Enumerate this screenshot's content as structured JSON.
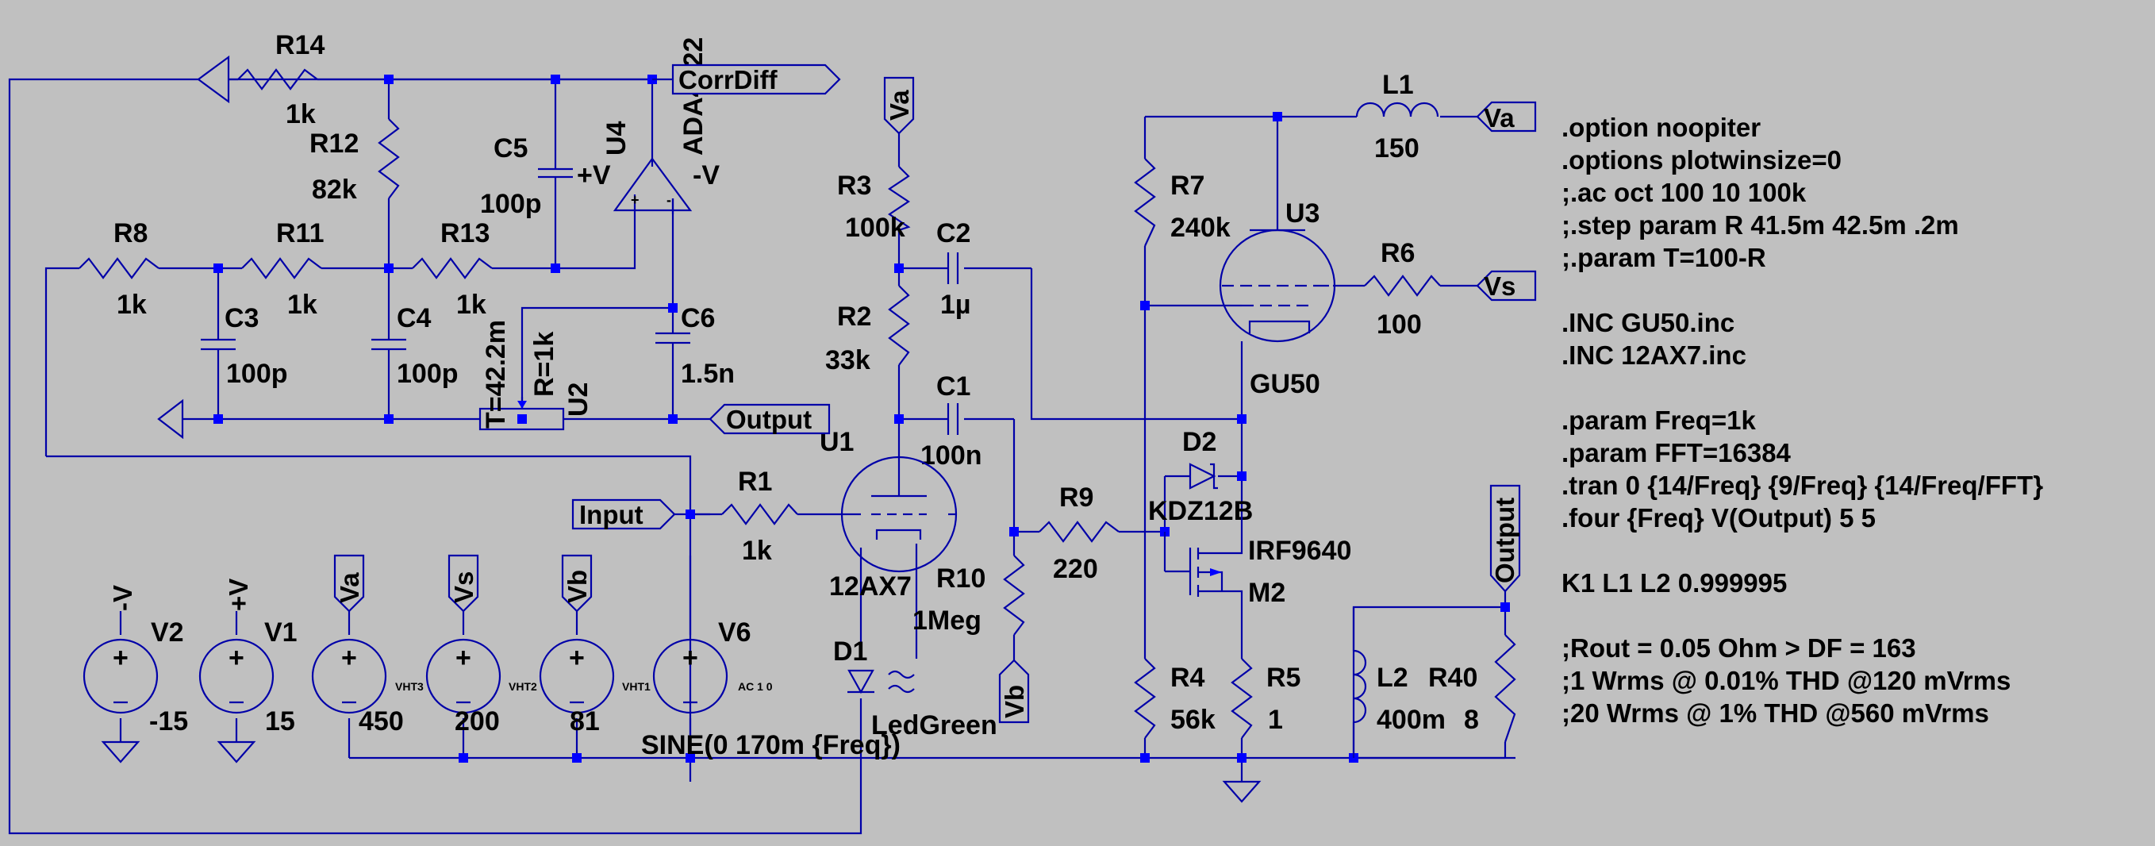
{
  "colors": {
    "background": "#c0c0c0",
    "wire": "#0000a8",
    "junction": "#0000ff",
    "text": "#000000"
  },
  "components": {
    "R14": {
      "ref": "R14",
      "value": "1k"
    },
    "R12": {
      "ref": "R12",
      "value": "82k"
    },
    "R8": {
      "ref": "R8",
      "value": "1k"
    },
    "R11": {
      "ref": "R11",
      "value": "1k"
    },
    "R13": {
      "ref": "R13",
      "value": "1k"
    },
    "C5": {
      "ref": "C5",
      "value": "100p"
    },
    "C3": {
      "ref": "C3",
      "value": "100p"
    },
    "C4": {
      "ref": "C4",
      "value": "100p"
    },
    "C6": {
      "ref": "C6",
      "value": "1.5n"
    },
    "U4": {
      "ref": "U4",
      "value": "ADA4522"
    },
    "U2": {
      "ref": "U2",
      "param_t": "T=42.2m",
      "param_r": "R=1k"
    },
    "R3": {
      "ref": "R3",
      "value": "100k"
    },
    "R2": {
      "ref": "R2",
      "value": "33k"
    },
    "C2": {
      "ref": "C2",
      "value": "1µ"
    },
    "C1": {
      "ref": "C1",
      "value": "100n"
    },
    "U1": {
      "ref": "U1",
      "value": "12AX7"
    },
    "R1": {
      "ref": "R1",
      "value": "1k"
    },
    "R9": {
      "ref": "R9",
      "value": "220"
    },
    "R10": {
      "ref": "R10",
      "value": "1Meg"
    },
    "D1": {
      "ref": "D1",
      "value": "LedGreen"
    },
    "R7": {
      "ref": "R7",
      "value": "240k"
    },
    "L1": {
      "ref": "L1",
      "value": "150"
    },
    "U3": {
      "ref": "U3",
      "value": "GU50"
    },
    "R6": {
      "ref": "R6",
      "value": "100"
    },
    "D2": {
      "ref": "D2",
      "value": "KDZ12B"
    },
    "M2": {
      "ref": "M2",
      "value": "IRF9640"
    },
    "R4": {
      "ref": "R4",
      "value": "56k"
    },
    "R5": {
      "ref": "R5",
      "value": "1"
    },
    "L2": {
      "ref": "L2",
      "value": "400m"
    },
    "R40": {
      "ref": "R40",
      "value": "8"
    },
    "V2": {
      "ref": "V2",
      "value": "-15"
    },
    "V1": {
      "ref": "V1",
      "value": "15"
    },
    "VHT3": {
      "ref": "VHT3",
      "value": "450"
    },
    "VHT2": {
      "ref": "VHT2",
      "value": "200"
    },
    "VHT1": {
      "ref": "VHT1",
      "value": "81"
    },
    "V6": {
      "ref": "V6",
      "value": "SINE(0 170m {Freq})",
      "ac": "AC 1 0"
    }
  },
  "opamp_pins": {
    "plus": "+V",
    "minus": "-V",
    "in_plus": "+",
    "in_minus": "-"
  },
  "nets": {
    "corrdiff": "CorrDiff",
    "output": "Output",
    "input": "Input",
    "va": "Va",
    "vs": "Vs",
    "vb": "Vb",
    "neg_v": "-V",
    "pos_v": "+V"
  },
  "directives": [
    ".option noopiter",
    ".options plotwinsize=0",
    ";.ac oct 100 10 100k",
    ";.step param R 41.5m 42.5m .2m",
    ";.param T=100-R",
    "",
    ".INC GU50.inc",
    ".INC 12AX7.inc",
    "",
    ".param Freq=1k",
    ".param FFT=16384",
    ".tran 0 {14/Freq} {9/Freq} {14/Freq/FFT}",
    ".four {Freq} V(Output) 5 5",
    "",
    "K1 L1 L2 0.999995",
    "",
    ";Rout = 0.05 Ohm > DF = 163",
    ";1 Wrms @ 0.01% THD @120 mVrms",
    ";20 Wrms @ 1% THD @560 mVrms"
  ]
}
